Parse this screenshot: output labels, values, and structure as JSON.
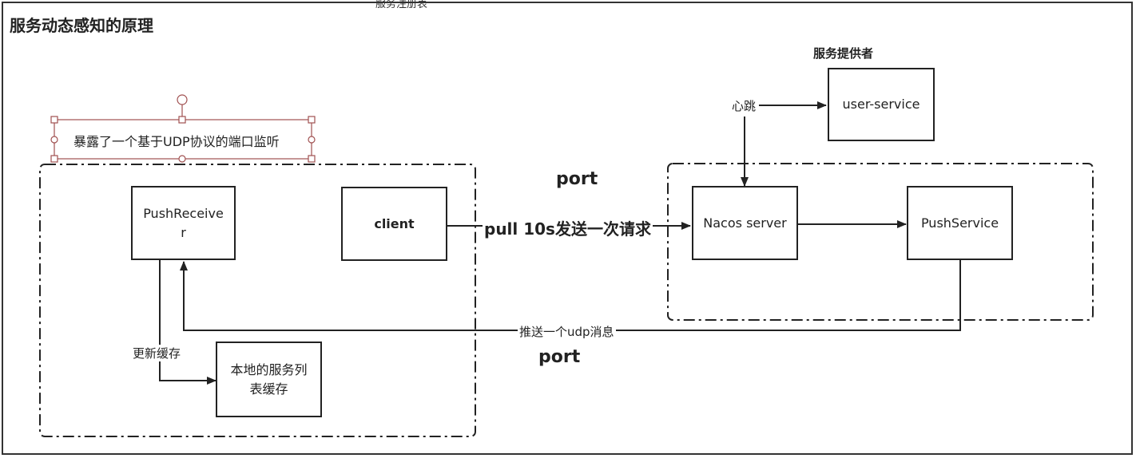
{
  "header": {
    "title": "服务动态感知的原理",
    "top_cut_text": "服务注册表"
  },
  "provider": {
    "label": "服务提供者",
    "box": "user-service",
    "heartbeat": "心跳"
  },
  "annotation": "暴露了一个基于UDP协议的端口监听",
  "client_side": {
    "push_receiver_line1": "PushReceive",
    "push_receiver_line2": "r",
    "client": "client",
    "update_cache": "更新缓存",
    "local_cache_line1": "本地的服务列",
    "local_cache_line2": "表缓存"
  },
  "server_side": {
    "nacos_server": "Nacos server",
    "push_service": "PushService"
  },
  "flows": {
    "port_top": "port",
    "port_bottom": "port",
    "pull": "pull 10s发送一次请求",
    "push_udp": "推送一个udp消息"
  },
  "colors": {
    "line": "#222222",
    "selection": "#a05050"
  }
}
